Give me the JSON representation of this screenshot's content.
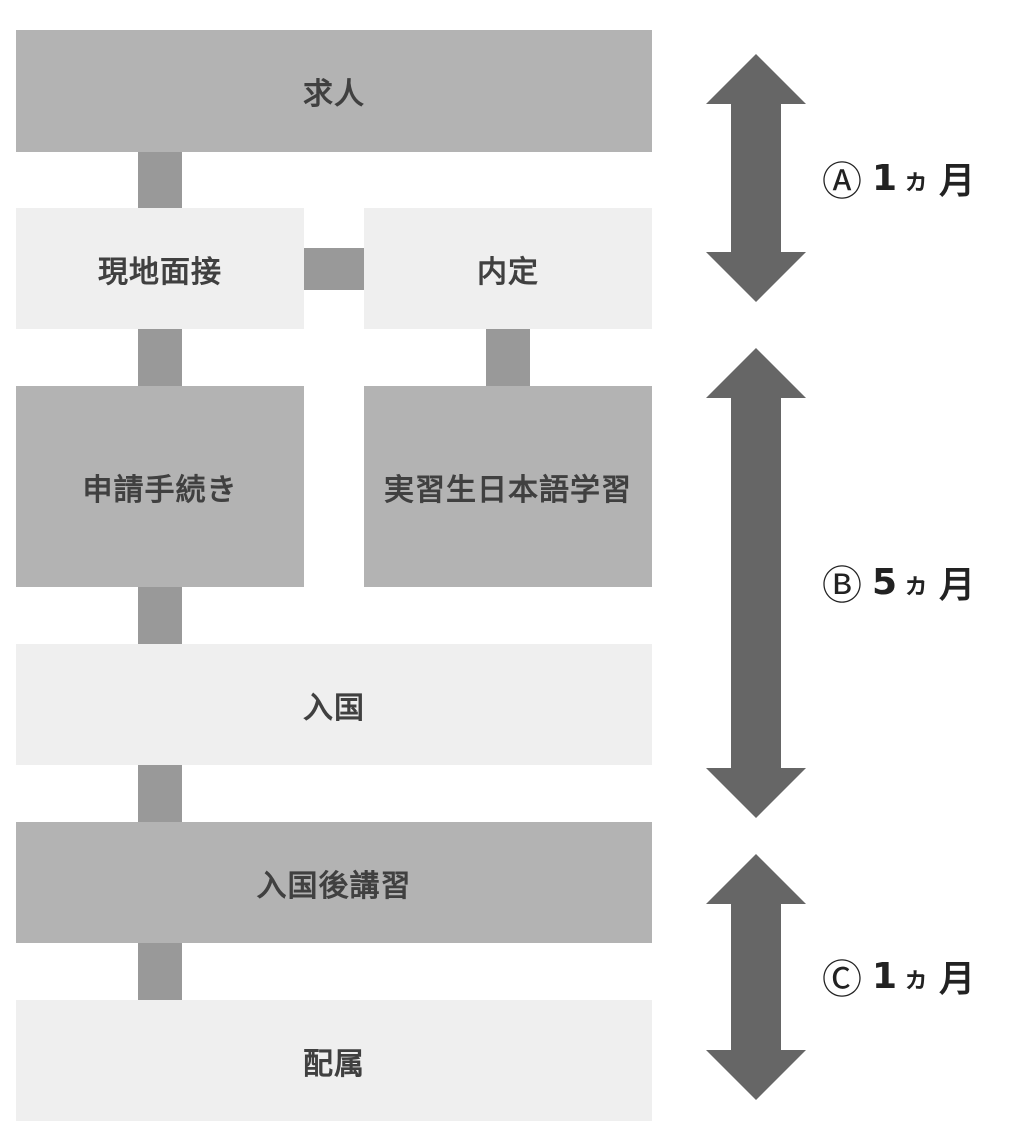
{
  "steps": {
    "kyujin": "求人",
    "mensetsu": "現地面接",
    "naitei": "内定",
    "shinsei": "申請手続き",
    "gakushu": "実習生日本語学習",
    "nyukoku": "入国",
    "koshu": "入国後講習",
    "haizoku": "配属"
  },
  "durations": [
    {
      "mark": "Ⓐ",
      "num": "1",
      "ka": "ヵ",
      "unit": "月"
    },
    {
      "mark": "Ⓑ",
      "num": "5",
      "ka": "ヵ",
      "unit": "月"
    },
    {
      "mark": "Ⓒ",
      "num": "1",
      "ka": "ヵ",
      "unit": "月"
    }
  ],
  "colors": {
    "box_dark": "#b3b3b3",
    "box_light": "#efefef",
    "connector": "#999999",
    "arrow": "#666666"
  }
}
